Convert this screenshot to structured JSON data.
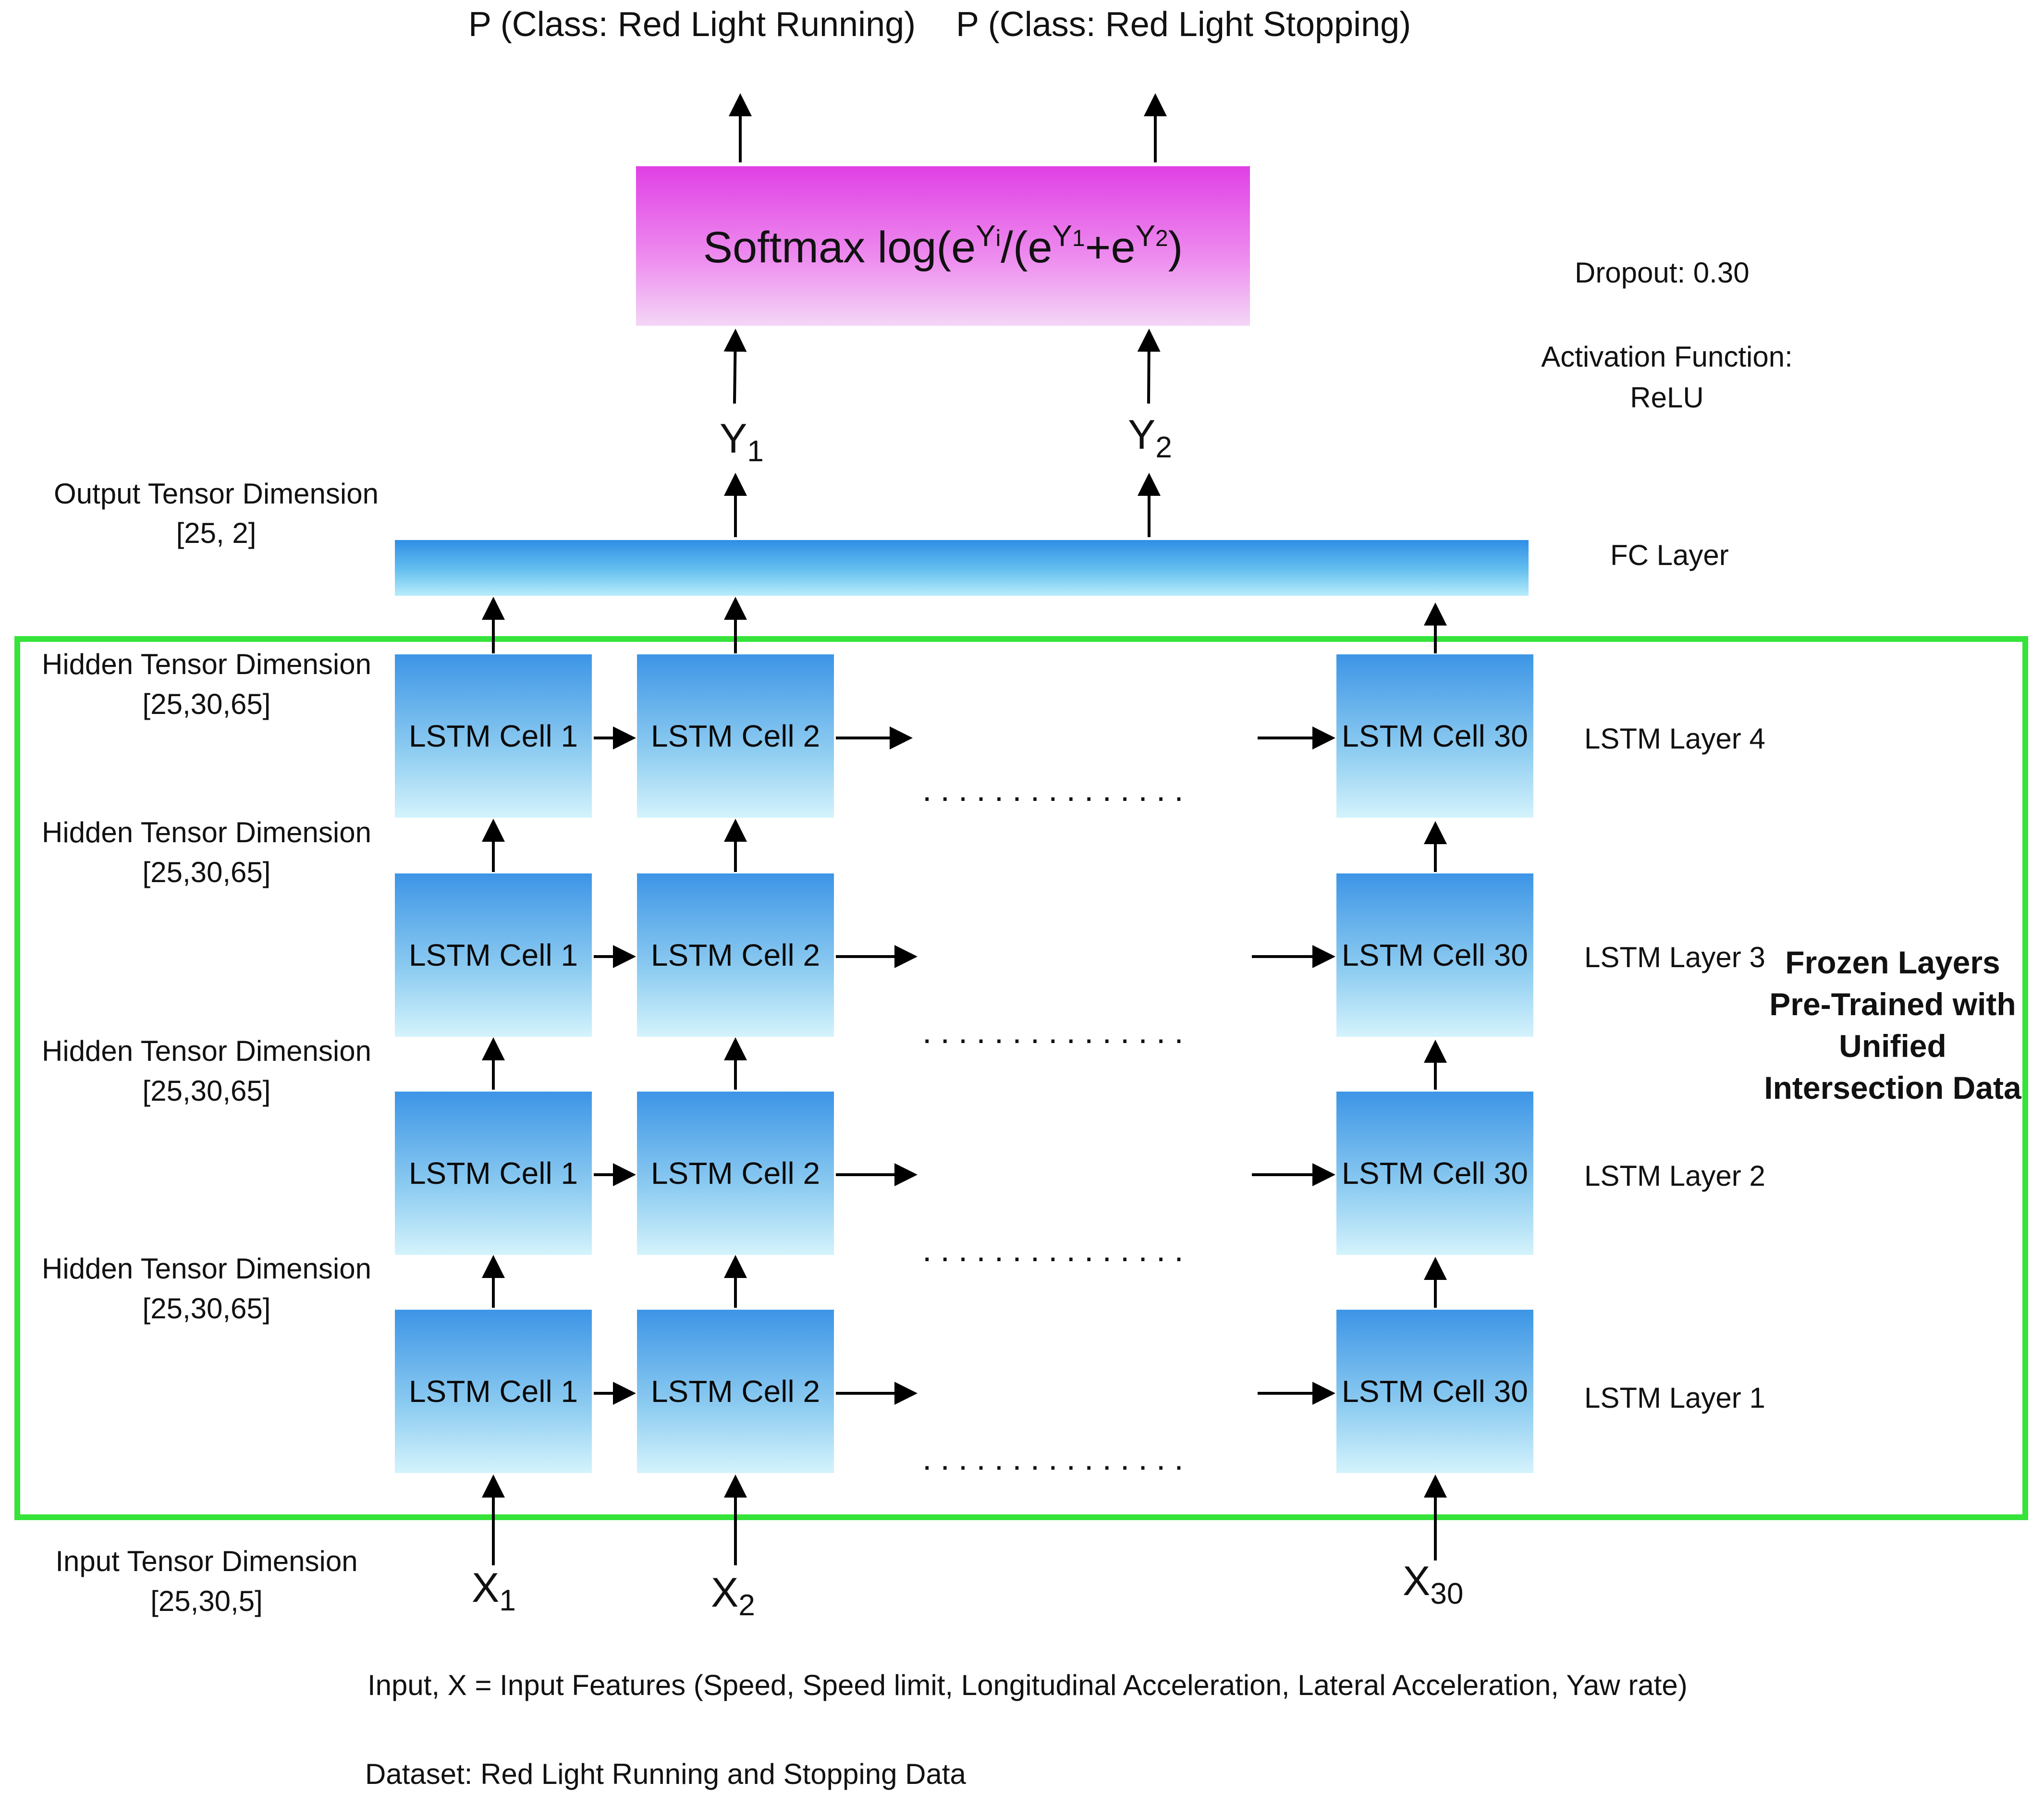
{
  "outputs": {
    "class_running": "P (Class: Red Light Running)",
    "class_stopping": "P (Class: Red Light Stopping)"
  },
  "softmax": {
    "prefix": "Softmax log(e",
    "exp_i": "Y",
    "exp_i_sub": "i",
    "middle": "/(e",
    "exp_1": "Y",
    "exp_1_sub": "1",
    "plus": "+e",
    "exp_2": "Y",
    "exp_2_sub": "2",
    "suffix": ")"
  },
  "hyperparams": {
    "dropout": "Dropout: 0.30",
    "activation_line1": "Activation Function:",
    "activation_line2": "ReLU"
  },
  "y_outputs": [
    {
      "name": "Y",
      "sub": "1"
    },
    {
      "name": "Y",
      "sub": "2"
    }
  ],
  "output_tensor": {
    "line1": "Output Tensor Dimension",
    "line2": "[25, 2]"
  },
  "fc_layer": "FC Layer",
  "hidden_tensors": [
    {
      "line1": "Hidden Tensor Dimension",
      "line2": "[25,30,65]"
    },
    {
      "line1": "Hidden Tensor Dimension",
      "line2": "[25,30,65]"
    },
    {
      "line1": "Hidden Tensor Dimension",
      "line2": "[25,30,65]"
    },
    {
      "line1": "Hidden Tensor Dimension",
      "line2": "[25,30,65]"
    }
  ],
  "layers": [
    {
      "label": "LSTM Layer 4",
      "cells": [
        "LSTM Cell 1",
        "LSTM Cell 2",
        "LSTM Cell 30"
      ]
    },
    {
      "label": "LSTM Layer 3",
      "cells": [
        "LSTM Cell 1",
        "LSTM Cell 2",
        "LSTM Cell 30"
      ]
    },
    {
      "label": "LSTM Layer 2",
      "cells": [
        "LSTM Cell 1",
        "LSTM Cell 2",
        "LSTM Cell 30"
      ]
    },
    {
      "label": "LSTM Layer 1",
      "cells": [
        "LSTM Cell 1",
        "LSTM Cell 2",
        "LSTM Cell 30"
      ]
    }
  ],
  "ellipsis": "...............",
  "frozen": {
    "line1": "Frozen Layers",
    "line2": "Pre-Trained with",
    "line3": "Unified",
    "line4": "Intersection Data"
  },
  "input_tensor": {
    "line1": "Input Tensor Dimension",
    "line2": "[25,30,5]"
  },
  "inputs": [
    {
      "name": "X",
      "sub": "1"
    },
    {
      "name": "X",
      "sub": "2"
    },
    {
      "name": "X",
      "sub": "30"
    }
  ],
  "footer": {
    "input_features": "Input, X = Input Features (Speed, Speed limit, Longitudinal Acceleration, Lateral Acceleration, Yaw rate)",
    "dataset": "Dataset: Red Light Running and Stopping Data"
  },
  "colors": {
    "frozen_border": "#36e33a",
    "softmax_top": "#e040e4",
    "cell_top": "#3d95e6",
    "fc_top": "#2f8ee6"
  }
}
